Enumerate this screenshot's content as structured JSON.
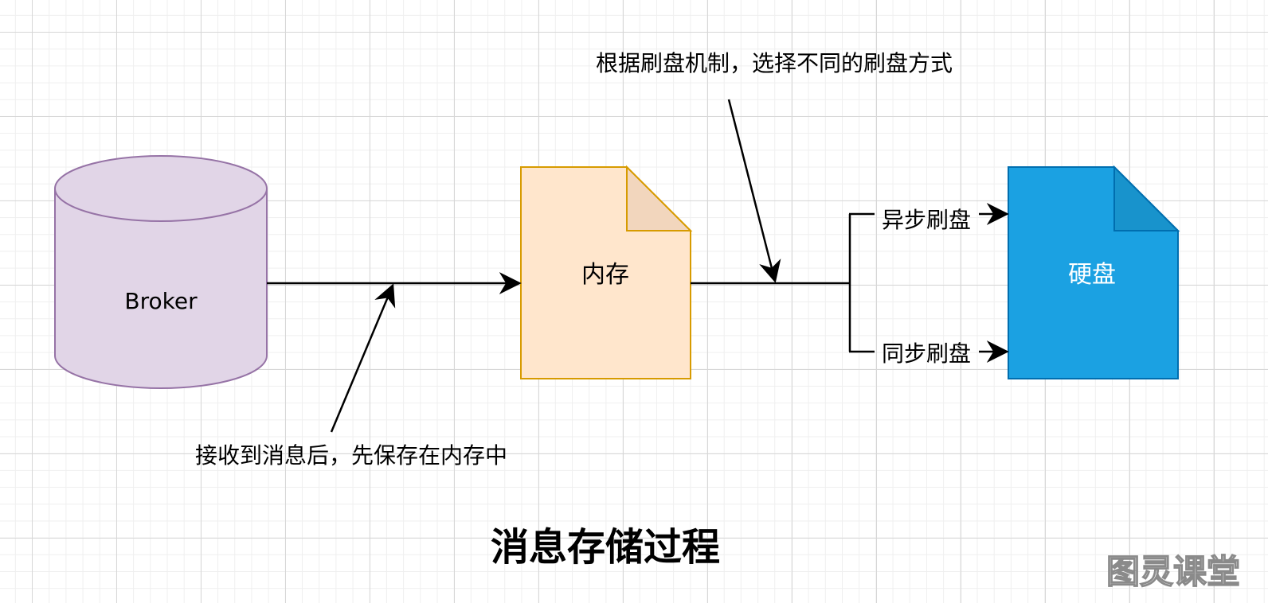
{
  "nodes": {
    "broker": "Broker",
    "memory": "内存",
    "disk": "硬盘"
  },
  "annotations": {
    "receive_note": "接收到消息后，先保存在内存中",
    "flush_note": "根据刷盘机制，选择不同的刷盘方式"
  },
  "edges": {
    "async_flush": "异步刷盘",
    "sync_flush": "同步刷盘"
  },
  "title": "消息存储过程",
  "watermark": "图灵课堂",
  "colors": {
    "broker_fill": "#e1d5e7",
    "broker_stroke": "#9673a6",
    "memory_fill": "#ffe6cc",
    "memory_fold": "#f2d6bd",
    "memory_stroke": "#d79b00",
    "disk_fill": "#1ba1e2",
    "disk_fold": "#1893cc",
    "disk_stroke": "#006eaf",
    "line": "#000000"
  }
}
